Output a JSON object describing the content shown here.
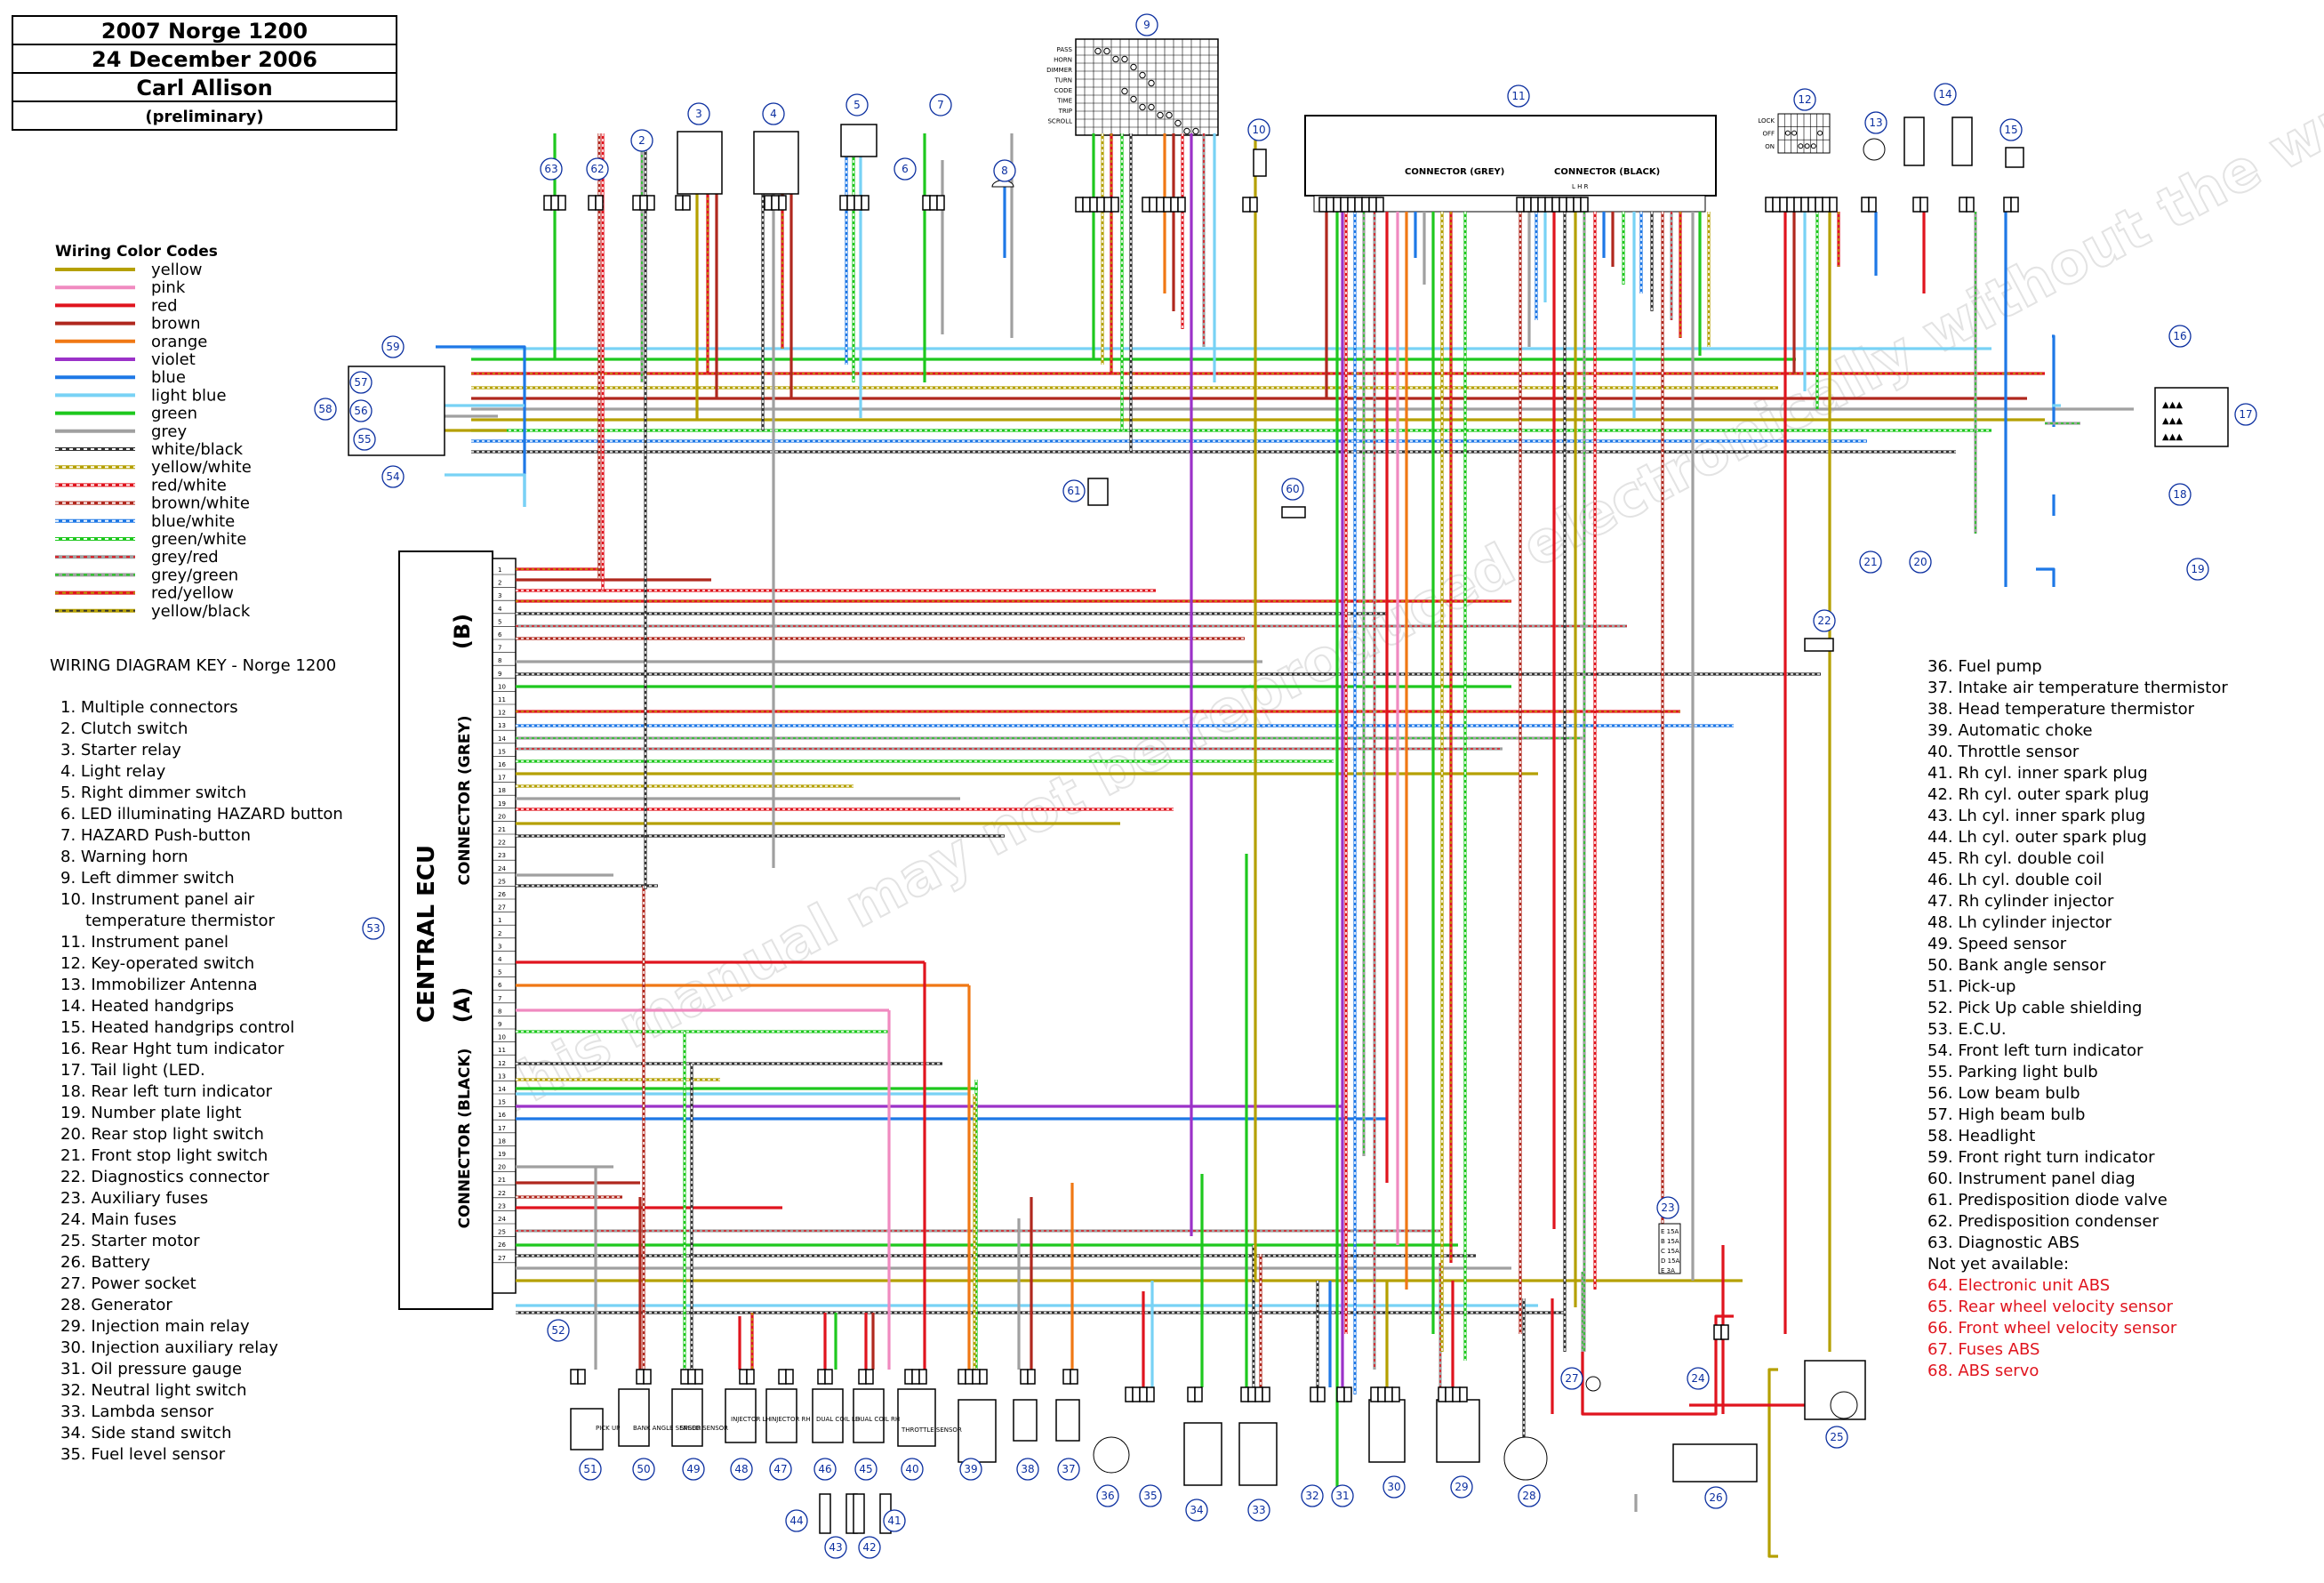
{
  "title_block": {
    "line1": "2007 Norge 1200",
    "line2": "24 December 2006",
    "line3": "Carl Allison",
    "line4": "(preliminary)"
  },
  "legend": {
    "title": "Wiring  Color  Codes",
    "items": [
      {
        "name": "yellow",
        "c1": "#b5a000",
        "c2": ""
      },
      {
        "name": "pink",
        "c1": "#f08ac0",
        "c2": ""
      },
      {
        "name": "red",
        "c1": "#e0141e",
        "c2": ""
      },
      {
        "name": "brown",
        "c1": "#b0281e",
        "c2": ""
      },
      {
        "name": "orange",
        "c1": "#f07814",
        "c2": ""
      },
      {
        "name": "violet",
        "c1": "#9b32c8",
        "c2": ""
      },
      {
        "name": "blue",
        "c1": "#1e78e6",
        "c2": ""
      },
      {
        "name": "light blue",
        "c1": "#78d2f5",
        "c2": ""
      },
      {
        "name": "green",
        "c1": "#1ec81e",
        "c2": ""
      },
      {
        "name": "grey",
        "c1": "#a0a0a0",
        "c2": ""
      },
      {
        "name": "white/black",
        "c1": "#333333",
        "c2": "#ffffff"
      },
      {
        "name": "yellow/white",
        "c1": "#b5a000",
        "c2": "#ffffff"
      },
      {
        "name": "red/white",
        "c1": "#e0141e",
        "c2": "#ffffff"
      },
      {
        "name": "brown/white",
        "c1": "#b0281e",
        "c2": "#ffffff"
      },
      {
        "name": "blue/white",
        "c1": "#1e78e6",
        "c2": "#ffffff"
      },
      {
        "name": "green/white",
        "c1": "#1ec81e",
        "c2": "#ffffff"
      },
      {
        "name": "grey/red",
        "c1": "#a0a0a0",
        "c2": "#e0141e"
      },
      {
        "name": "grey/green",
        "c1": "#a0a0a0",
        "c2": "#1ec81e"
      },
      {
        "name": "red/yellow",
        "c1": "#e0141e",
        "c2": "#b5a000"
      },
      {
        "name": "yellow/black",
        "c1": "#b5a000",
        "c2": "#333333"
      }
    ]
  },
  "key": {
    "title": "WIRING DIAGRAM KEY - Norge 1200",
    "left": [
      "1. Multiple connectors",
      "2. Clutch switch",
      "3. Starter relay",
      "4. Light relay",
      "5. Right dimmer switch",
      "6. LED illuminating HAZARD button",
      "7. HAZARD Push-button",
      "8. Warning horn",
      "9. Left dimmer switch",
      "10. Instrument panel air",
      "temperature thermistor",
      "11. Instrument panel",
      "12. Key-operated switch",
      "13. Immobilizer Antenna",
      "14. Heated handgrips",
      "15. Heated handgrips control",
      "16. Rear Hght tum indicator",
      "17. Tail light (LED.",
      "18. Rear left turn indicator",
      "19. Number plate light",
      "20. Rear stop light switch",
      "21. Front stop light switch",
      "22. Diagnostics connector",
      "23. Auxiliary fuses",
      "24. Main fuses",
      "25. Starter motor",
      "26. Battery",
      "27. Power socket",
      "28. Generator",
      "29. Injection main relay",
      "30. Injection auxiliary relay",
      "31. Oil pressure gauge",
      "32. Neutral light switch",
      "33. Lambda sensor",
      "34. Side stand switch",
      "35. Fuel level sensor"
    ],
    "right": [
      "36. Fuel pump",
      "37. Intake air temperature thermistor",
      "38. Head temperature thermistor",
      "39. Automatic choke",
      "40. Throttle sensor",
      "41. Rh cyl. inner spark plug",
      "42. Rh cyl. outer spark plug",
      "43. Lh cyl. inner spark plug",
      "44. Lh cyl. outer spark plug",
      "45. Rh cyl. double coil",
      "46. Lh cyl. double coil",
      "47. Rh cylinder injector",
      "48. Lh cylinder injector",
      "49. Speed sensor",
      "50. Bank angle sensor",
      "51. Pick-up",
      "52. Pick Up cable shielding",
      "53. E.C.U.",
      "54. Front left turn indicator",
      "55. Parking light bulb",
      "56. Low beam bulb",
      "57. High beam bulb",
      "58. Headlight",
      "59. Front right turn indicator",
      "60. Instrument panel diag",
      "61. Predisposition diode valve",
      "62. Predisposition condenser",
      "63. Diagnostic ABS",
      "Not yet available:"
    ],
    "na": [
      "64. Electronic unit ABS",
      "65. Rear wheel velocity sensor",
      "66. Front wheel velocity sensor",
      "67. Fuses ABS",
      "68. ABS servo"
    ],
    "na_color": "#e0141e"
  },
  "ecu": {
    "title": "CENTRAL ECU",
    "conn_b": "(B)",
    "conn_b_name": "CONNECTOR (GREY)",
    "conn_a": "(A)",
    "conn_a_name": "CONNECTOR (BLACK)"
  },
  "panel": {
    "grey": "CONNECTOR (GREY)",
    "black": "CONNECTOR (BLACK)",
    "lhr": "L H R"
  },
  "switch9": [
    "PASS",
    "HORN",
    "DIMMER",
    "TURN",
    "CODE",
    "TIME",
    "TRIP",
    "SCROLL"
  ],
  "switch12": [
    "LOCK",
    "OFF",
    "ON"
  ],
  "sensor_labels": {
    "s51": "PICK UP",
    "s50": "BANK ANGLE SENSOR",
    "s49": "SPEED SENSOR",
    "s48": "INJECTOR LH",
    "s47": "INJECTOR RH",
    "s46": "DUAL COIL LH",
    "s45": "DUAL COIL RH",
    "s40": "THROTTLE SENSOR",
    "fuse23": [
      "E 15A",
      "B 15A",
      "C 15A",
      "D 15A",
      "E 3A"
    ]
  },
  "watermark": "This manual may not be reproduced electronically without the written consent of the copyright owner"
}
